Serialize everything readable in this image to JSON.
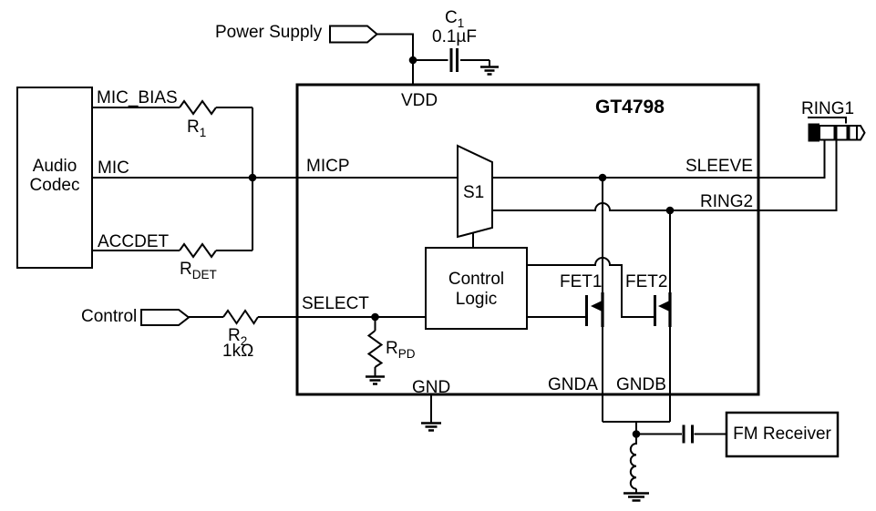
{
  "diagram": {
    "type": "circuit-schematic",
    "colors": {
      "line": "#000000",
      "background": "#ffffff"
    },
    "chip": {
      "title": "GT4798",
      "pins": {
        "vdd": "VDD",
        "micp": "MICP",
        "select": "SELECT",
        "gnd": "GND",
        "gnda": "GNDA",
        "gndb": "GNDB",
        "sleeve": "SLEEVE",
        "ring2": "RING2"
      },
      "internal": {
        "mux": "S1",
        "control_logic_line1": "Control",
        "control_logic_line2": "Logic",
        "fet1": "FET1",
        "fet2": "FET2"
      }
    },
    "external": {
      "power_supply": "Power Supply",
      "control": "Control",
      "audio_codec_line1": "Audio",
      "audio_codec_line2": "Codec",
      "fm_receiver": "FM Receiver",
      "ring1": "RING1"
    },
    "codec_signals": {
      "mic_bias": "MIC_BIAS",
      "mic": "MIC",
      "accdet": "ACCDET"
    },
    "components": {
      "r1": {
        "ref": "R",
        "sub": "1"
      },
      "rdet": {
        "ref": "R",
        "sub": "DET"
      },
      "r2": {
        "ref": "R",
        "sub": "2",
        "value": "1kΩ"
      },
      "rpd": {
        "ref": "R",
        "sub": "PD"
      },
      "c1": {
        "ref": "C",
        "sub": "1",
        "value": "0.1µF"
      }
    }
  }
}
